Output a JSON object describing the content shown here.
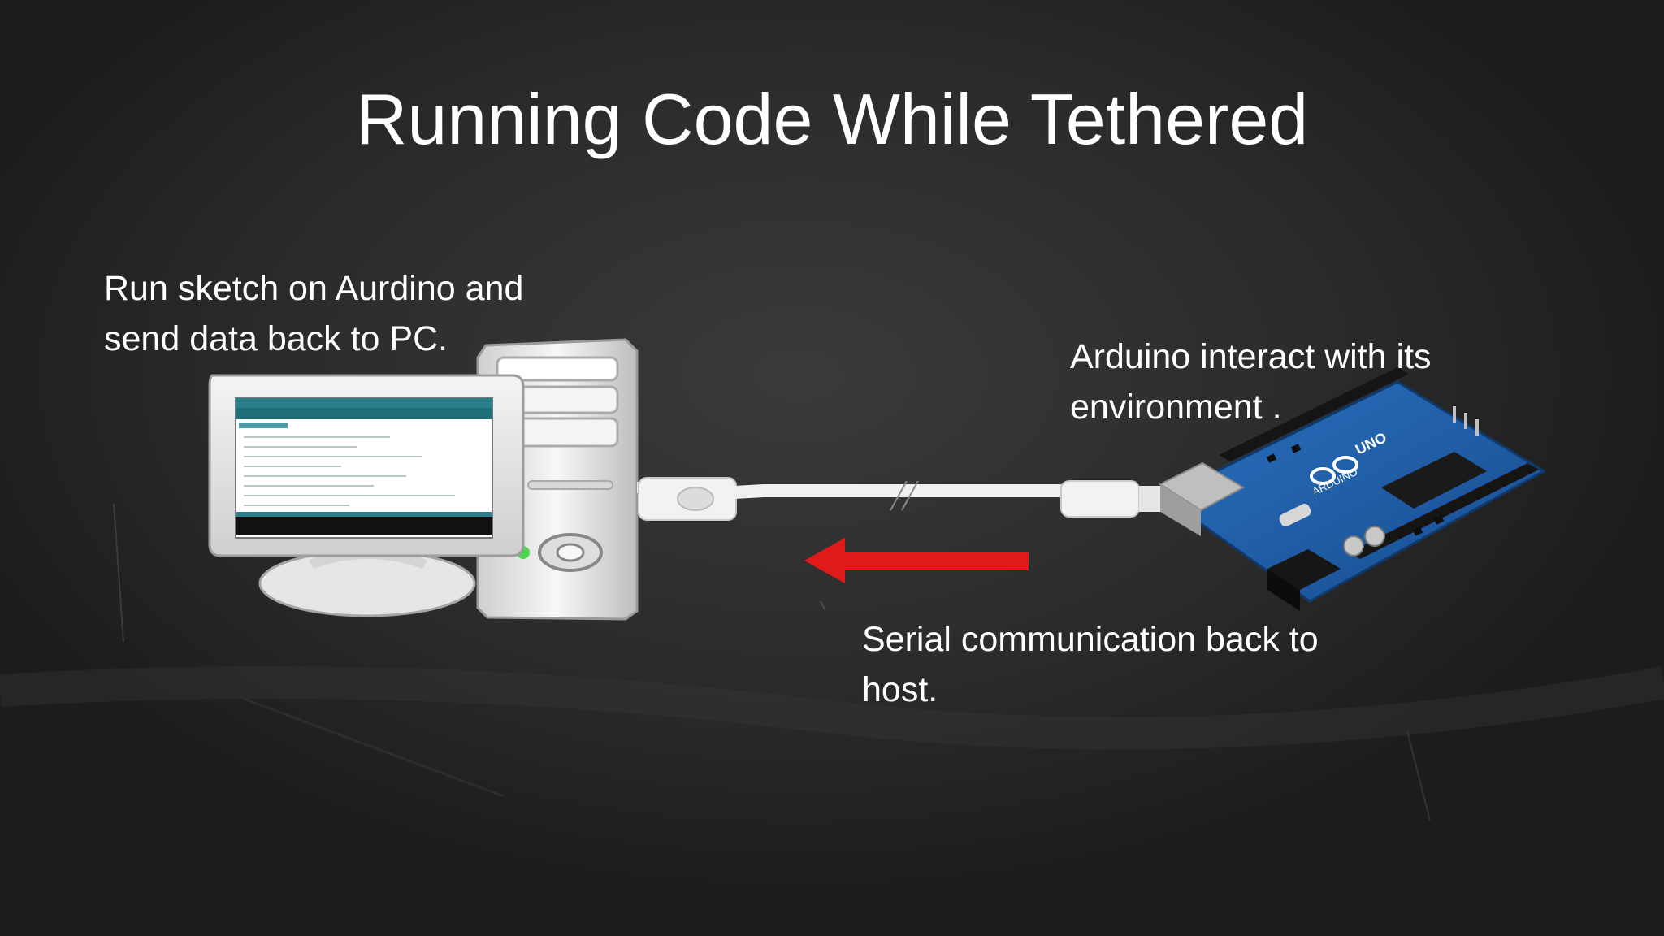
{
  "slide": {
    "title": "Running Code While Tethered"
  },
  "captions": {
    "pc": [
      "Run sketch on Aurdino and",
      "send data back to PC."
    ],
    "arduino": [
      "Arduino interact with its",
      "environment ."
    ],
    "serial": [
      "Serial communication back to",
      "host."
    ]
  },
  "arduino_board": {
    "logo_text": "ARDUINO",
    "model_text": "UNO"
  },
  "colors": {
    "board_background": "#2c2c2c",
    "arrow": "#e01a1a",
    "arduino_pcb": "#1f5fa8",
    "cable": "#f2f2f2"
  }
}
